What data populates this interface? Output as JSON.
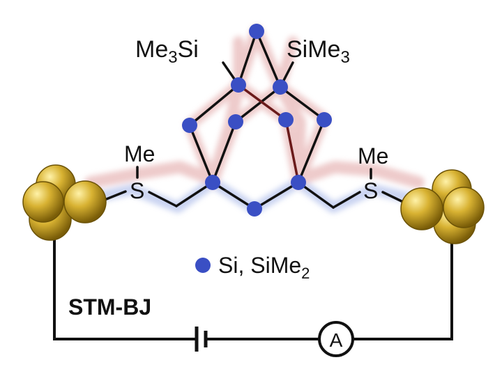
{
  "labels": {
    "left_silyl": "Me",
    "left_silyl_sub": "3",
    "left_silyl_tail": "Si",
    "right_silyl_head": "SiMe",
    "right_silyl_sub": "3",
    "left_methyl": "Me",
    "left_sulfur": "S",
    "right_methyl": "Me",
    "right_sulfur": "S",
    "legend_text": "Si, SiMe",
    "legend_sub": "2",
    "technique": "STM-BJ",
    "ammeter": "A"
  },
  "colors": {
    "atom": "#3a4fc4",
    "gold": "#c9a227",
    "glow_red": "#e0a0a0",
    "glow_blue": "#9fb0e6",
    "bond": "#111111",
    "dark_bond": "#6a1a1a"
  },
  "icons": {
    "gold_electrode": "gold-cluster-icon",
    "battery": "battery-icon",
    "ammeter": "ammeter-icon"
  }
}
